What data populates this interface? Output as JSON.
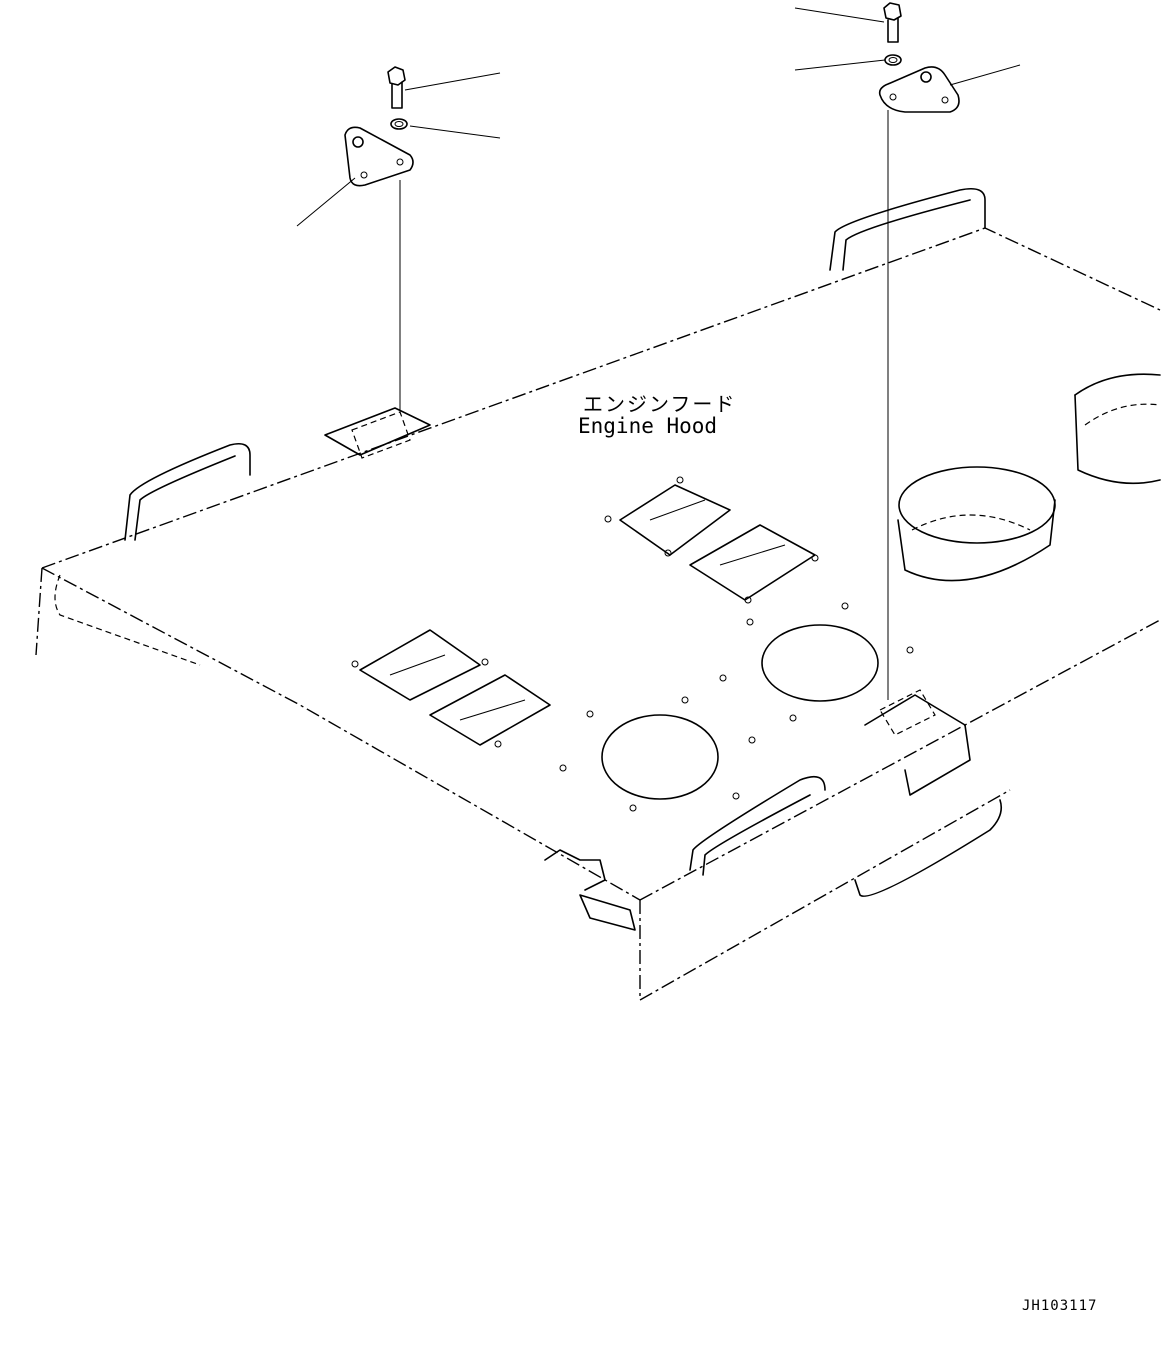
{
  "part_label": {
    "japanese": "エンジンフード",
    "english": "Engine Hood"
  },
  "drawing_id": "JH103117",
  "colors": {
    "line": "#000000",
    "background": "#ffffff"
  }
}
